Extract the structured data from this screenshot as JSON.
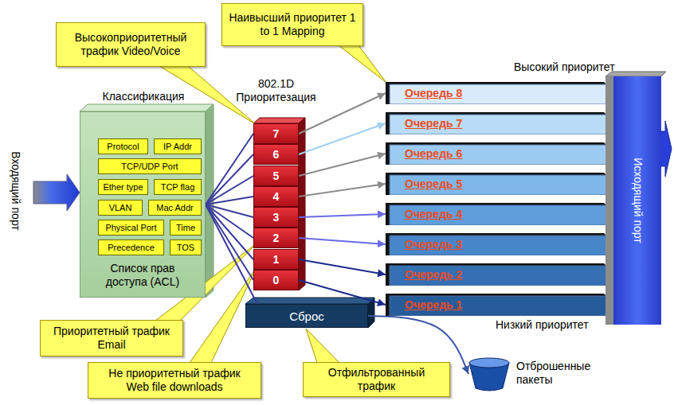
{
  "diagram": {
    "nodes": [
      {
        "text": [
          "Высокоприоритетный трафик Video/Voice"
        ]
      },
      {
        "text": [
          "Наивысший приоритет 1 to 1 Mapping"
        ]
      },
      {
        "text": [
          "Классификация",
          "Список прав доступа (ACL)"
        ]
      },
      {
        "text": [
          "Protocol"
        ],
        "in": 2
      },
      {
        "text": [
          "IP Addr"
        ],
        "in": 2
      },
      {
        "text": [
          "TCP/UDP Port"
        ],
        "in": 2
      },
      {
        "text": [
          "Ether type"
        ],
        "in": 2
      },
      {
        "text": [
          "TCP flag"
        ],
        "in": 2
      },
      {
        "text": [
          "VLAN"
        ],
        "in": 2
      },
      {
        "text": [
          "Mac Addr"
        ],
        "in": 2
      },
      {
        "text": [
          "Physical Port"
        ],
        "in": 2
      },
      {
        "text": [
          "Time"
        ],
        "in": 2
      },
      {
        "text": [
          "Precedence"
        ],
        "in": 2
      },
      {
        "text": [
          "TOS"
        ],
        "in": 2
      },
      {
        "text": [
          "802.1D Приоритезация"
        ]
      },
      {
        "text": [
          "7"
        ],
        "in": 14
      },
      {
        "text": [
          "6"
        ],
        "in": 14
      },
      {
        "text": [
          "5"
        ],
        "in": 14
      },
      {
        "text": [
          "4"
        ],
        "in": 14
      },
      {
        "text": [
          "3"
        ],
        "in": 14
      },
      {
        "text": [
          "2"
        ],
        "in": 14
      },
      {
        "text": [
          "1"
        ],
        "in": 14
      },
      {
        "text": [
          "0"
        ],
        "in": 14
      },
      {
        "text": [
          "Очередь 8"
        ]
      },
      {
        "text": [
          "Очередь 7"
        ]
      },
      {
        "text": [
          "Очередь 6"
        ]
      },
      {
        "text": [
          "Очередь 5"
        ]
      },
      {
        "text": [
          "Очередь 4"
        ]
      },
      {
        "text": [
          "Очередь 3"
        ]
      },
      {
        "text": [
          "Очередь 2"
        ]
      },
      {
        "text": [
          "Очередь 1"
        ]
      },
      {
        "text": [
          "Исходящий порт"
        ]
      },
      {
        "text": [
          "Сброс"
        ]
      },
      {
        "text": [
          "Отброшенные пакеты"
        ]
      },
      {
        "text": [
          "Приоритетный трафик Email"
        ]
      },
      {
        "text": [
          "Не приоритетный трафик Web file downloads"
        ]
      },
      {
        "text": [
          "Отфильтрованный трафик"
        ]
      }
    ],
    "edges": [
      {
        "from": 2,
        "to": 15,
        "arrow": "none"
      },
      {
        "from": 2,
        "to": 16,
        "arrow": "none"
      },
      {
        "from": 2,
        "to": 17,
        "arrow": "none"
      },
      {
        "from": 2,
        "to": 18,
        "arrow": "none"
      },
      {
        "from": 2,
        "to": 19,
        "arrow": "none"
      },
      {
        "from": 2,
        "to": 20,
        "arrow": "none"
      },
      {
        "from": 2,
        "to": 21,
        "arrow": "none"
      },
      {
        "from": 2,
        "to": 22,
        "arrow": "none"
      },
      {
        "from": 2,
        "to": 32,
        "arrow": "none"
      },
      {
        "from": 15,
        "to": 23,
        "arrow": "to"
      },
      {
        "from": 16,
        "to": 24,
        "arrow": "to"
      },
      {
        "from": 17,
        "to": 25,
        "arrow": "to"
      },
      {
        "from": 18,
        "to": 26,
        "arrow": "to"
      },
      {
        "from": 19,
        "to": 27,
        "arrow": "to"
      },
      {
        "from": 20,
        "to": 28,
        "arrow": "to"
      },
      {
        "from": 21,
        "to": 29,
        "arrow": "to"
      },
      {
        "from": 22,
        "to": 30,
        "arrow": "to"
      },
      {
        "from": 32,
        "to": 33,
        "arrow": "to"
      }
    ],
    "labels": [
      "Входящий порт",
      "Высокий приоритет",
      "Низкий приоритет"
    ]
  }
}
